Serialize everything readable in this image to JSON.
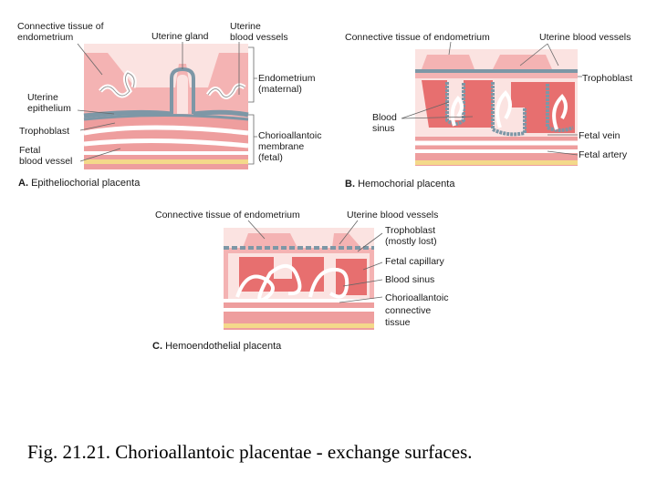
{
  "panels": {
    "a": {
      "letter": "A.",
      "title": "Epitheliochorial placenta",
      "labels": {
        "connective_1": "Connective tissue of",
        "connective_2": "endometrium",
        "uterine_gland": "Uterine gland",
        "uterine_bv_1": "Uterine",
        "uterine_bv_2": "blood vessels",
        "endometrium_1": "Endometrium",
        "endometrium_2": "(maternal)",
        "uterine_epi_1": "Uterine",
        "uterine_epi_2": "epithelium",
        "trophoblast": "Trophoblast",
        "chorio_1": "Chorioallantoic",
        "chorio_2": "membrane",
        "chorio_3": "(fetal)",
        "fetal_bv_1": "Fetal",
        "fetal_bv_2": "blood vessel"
      }
    },
    "b": {
      "letter": "B.",
      "title": "Hemochorial placenta",
      "labels": {
        "connective": "Connective tissue of endometrium",
        "uterine_bv": "Uterine blood vessels",
        "trophoblast": "Trophoblast",
        "blood_sinus_1": "Blood",
        "blood_sinus_2": "sinus",
        "fetal_vein": "Fetal vein",
        "fetal_artery": "Fetal artery"
      }
    },
    "c": {
      "letter": "C.",
      "title": "Hemoendothelial placenta",
      "labels": {
        "connective": "Connective tissue of endometrium",
        "uterine_bv": "Uterine blood vessels",
        "trophoblast_1": "Trophoblast",
        "trophoblast_2": "(mostly lost)",
        "fetal_capillary": "Fetal capillary",
        "blood_sinus": "Blood sinus",
        "chorio_1": "Chorioallantoic",
        "chorio_2": "connective",
        "chorio_3": "tissue"
      }
    }
  },
  "caption": "Fig. 21.21. Chorioallantoic placentae - exchange surfaces.",
  "colors": {
    "maternal_tissue": "#f4b3b3",
    "light_tissue": "#fbe3e1",
    "fetal_tissue": "#ee9e9e",
    "blood_sinus": "#e35b5b",
    "epithelium": "#7d97a6",
    "base_band": "#f4d98a",
    "leader": "#666666"
  }
}
